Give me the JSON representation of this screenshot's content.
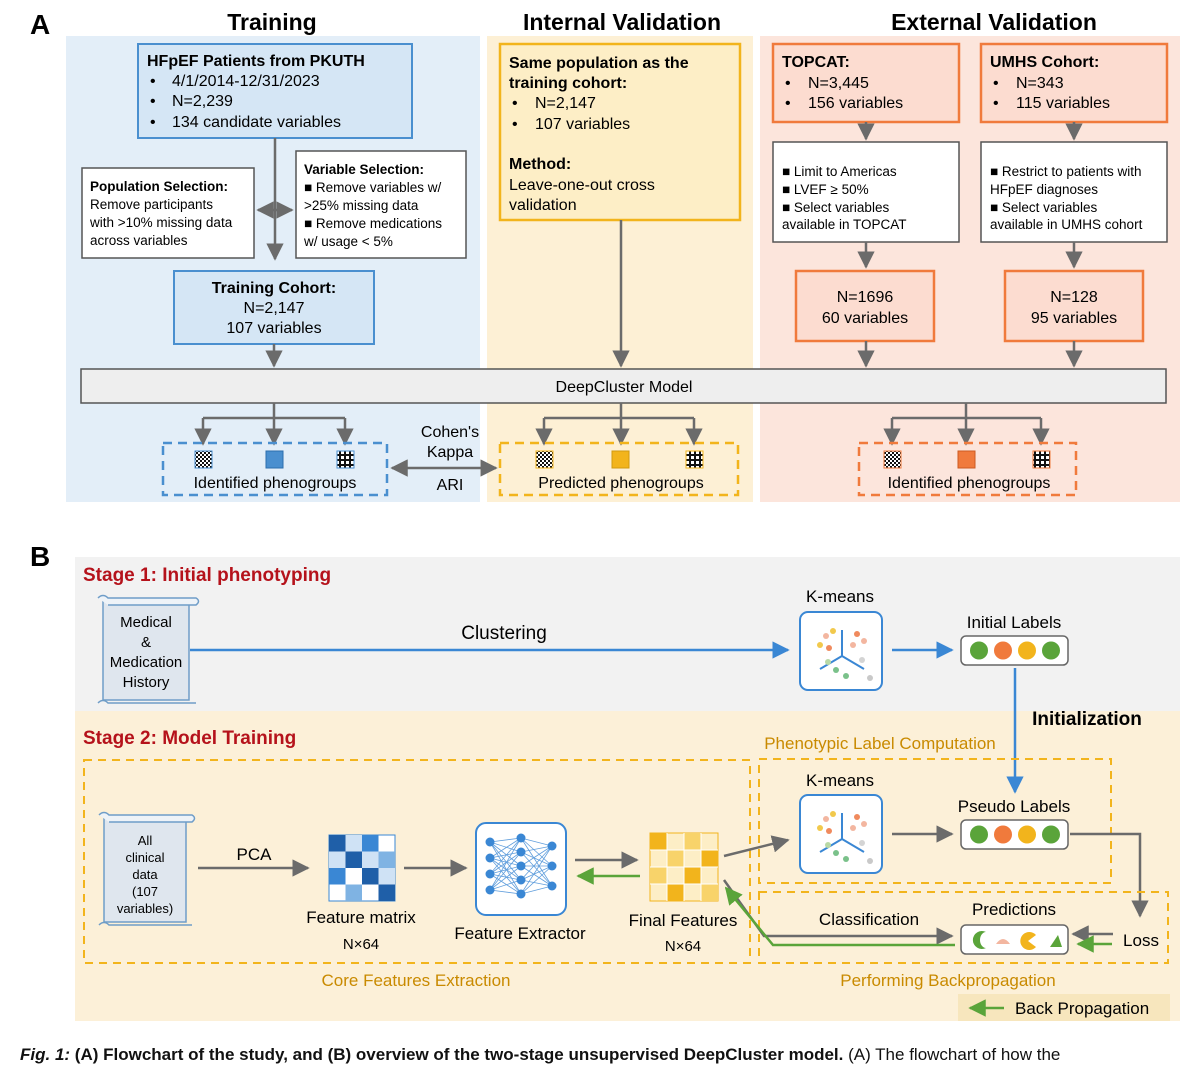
{
  "panel_a": {
    "letter": "A",
    "headers": {
      "training": "Training",
      "internal": "Internal Validation",
      "external": "External Validation"
    },
    "pkuth": {
      "title": "HFpEF Patients from PKUTH",
      "items": [
        "4/1/2014-12/31/2023",
        "N=2,239",
        "134 candidate variables"
      ]
    },
    "population_selection": {
      "title": "Population Selection:",
      "lines": [
        "Remove participants",
        "with >10% missing data",
        "across variables"
      ]
    },
    "variable_selection": {
      "title": "Variable Selection:",
      "lines": [
        "■ Remove variables w/",
        ">25% missing data",
        "■ Remove medications",
        "w/ usage < 5%"
      ]
    },
    "training_cohort": {
      "title": "Training Cohort:",
      "lines": [
        "N=2,147",
        "107 variables"
      ]
    },
    "internal": {
      "title_lines": [
        "Same population as the",
        "training cohort:"
      ],
      "items": [
        "N=2,147",
        "107 variables"
      ],
      "method_title": "Method:",
      "method_lines": [
        "Leave-one-out cross",
        "validation"
      ]
    },
    "topcat": {
      "title": "TOPCAT:",
      "items": [
        "N=3,445",
        "156 variables"
      ],
      "criteria": [
        "■ Limit to Americas",
        "■ LVEF ≥ 50%",
        "■ Select variables",
        "available in TOPCAT"
      ],
      "result": [
        "N=1696",
        "60 variables"
      ]
    },
    "umhs": {
      "title": "UMHS Cohort:",
      "items": [
        "N=343",
        "115 variables"
      ],
      "criteria": [
        "■ Restrict to patients with",
        "HFpEF diagnoses",
        "■ Select variables",
        "available in UMHS cohort"
      ],
      "result": [
        "N=128",
        "95 variables"
      ]
    },
    "model": "DeepCluster Model",
    "identified_blue": "Identified phenogroups",
    "predicted_yellow": "Predicted phenogroups",
    "identified_orange": "Identified phenogroups",
    "cohen_lines": [
      "Cohen's",
      "Kappa"
    ],
    "ari": "ARI"
  },
  "panel_b": {
    "letter": "B",
    "stage1": "Stage 1: Initial phenotyping",
    "stage2": "Stage 2: Model Training",
    "medical_lines": [
      "Medical",
      "&",
      "Medication",
      "History"
    ],
    "clustering": "Clustering",
    "kmeans_top": "K-means",
    "initial_labels": "Initial Labels",
    "initialization": "Initialization",
    "phenotypic_label": "Phenotypic Label Computation",
    "kmeans_bottom": "K-means",
    "pseudo_labels": "Pseudo Labels",
    "all_clinical_lines": [
      "All",
      "clinical",
      "data",
      "(107",
      "variables)"
    ],
    "pca": "PCA",
    "feature_matrix": "Feature matrix",
    "feature_matrix_dim": "N×64",
    "feature_extractor": "Feature Extractor",
    "final_features": "Final Features",
    "final_features_dim": "N×64",
    "classification": "Classification",
    "predictions": "Predictions",
    "loss": "Loss",
    "core_features": "Core Features Extraction",
    "performing_bp": "Performing Backpropagation",
    "legend_bp": "Back Propagation"
  },
  "caption": {
    "fig": "Fig. 1:",
    "bold": "(A) Flowchart of the study, and (B) overview of the two-stage unsupervised DeepCluster model.",
    "rest": "(A) The flowchart of how the"
  },
  "colors": {
    "blue_bg": "#e3eef8",
    "blue_box": "#d5e6f5",
    "blue_stroke": "#4a8fcf",
    "yellow_bg": "#fdf0d5",
    "yellow_box": "#fdeec6",
    "yellow_stroke": "#f2b41c",
    "orange_bg": "#fce5dc",
    "orange_box": "#fcdcd0",
    "orange_stroke": "#f07a3c",
    "stage1_bg": "#f2f2f2",
    "stage2_bg": "#fcf0d8",
    "red_title": "#b5121b",
    "arrow_gray": "#6b6b6b",
    "arrow_blue": "#3a87d4",
    "arrow_green": "#5aa43a",
    "gold_text": "#c98a00"
  }
}
